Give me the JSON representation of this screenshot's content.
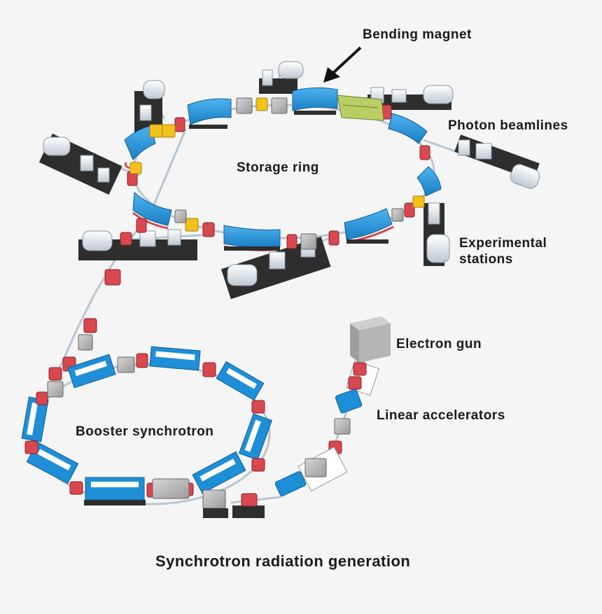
{
  "labels": {
    "bending_magnet": "Bending magnet",
    "photon_beamlines": "Photon beamlines",
    "storage_ring": "Storage ring",
    "experimental_stations_line1": "Experimental",
    "experimental_stations_line2": "stations",
    "electron_gun": "Electron gun",
    "linear_accelerators": "Linear accelerators",
    "booster_synchrotron": "Booster synchrotron"
  },
  "caption": "Synchrotron radiation generation",
  "colors": {
    "background": "#f5f5f5",
    "magnet_blue": "#1e8fd6",
    "quadrupole_red": "#d9474f",
    "sextupole_yellow": "#f2c21b",
    "insertion_device_green": "#b9cf63",
    "detector_silver": "#dfe4ea",
    "stand_dark": "#2e2e2e",
    "beam_pipe": "#b8c6d4",
    "electron_gun_grey": "#b9b9b9"
  },
  "icons": {
    "arrow": "arrow-pointing-to-bending-magnet-icon"
  }
}
